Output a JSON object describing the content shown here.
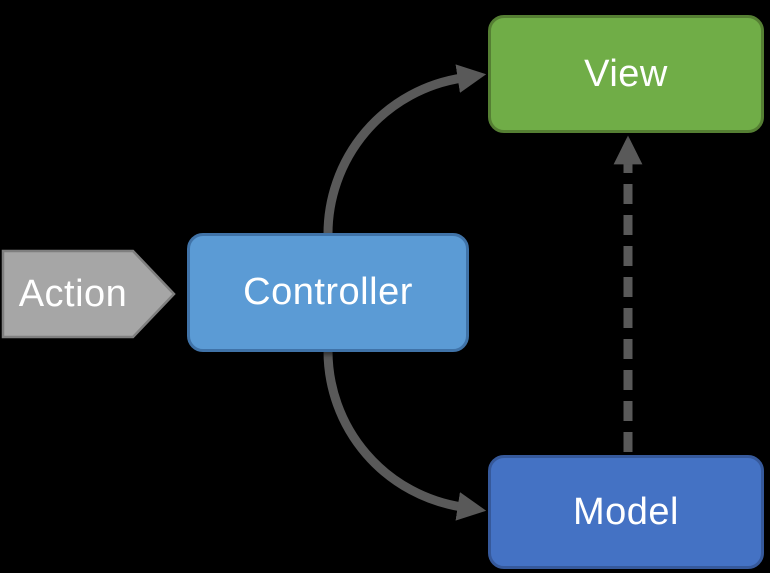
{
  "background_color": "#000000",
  "text_color": "#FFFFFF",
  "nodes": {
    "action": {
      "label": "Action",
      "shape": "right-pointing-chevron",
      "fill": "#A6A6A6",
      "border_color": "#7F7F7F"
    },
    "controller": {
      "label": "Controller",
      "shape": "rounded-rectangle",
      "fill": "#5B9BD5",
      "border_color": "#4073A8"
    },
    "view": {
      "label": "View",
      "shape": "rounded-rectangle",
      "fill": "#70AD47",
      "border_color": "#557F33"
    },
    "model": {
      "label": "Model",
      "shape": "rounded-rectangle",
      "fill": "#4472C4",
      "border_color": "#36599B"
    }
  },
  "edges": [
    {
      "from": "Controller",
      "to": "View",
      "style": "solid-curved",
      "color": "#595959"
    },
    {
      "from": "Controller",
      "to": "Model",
      "style": "solid-curved",
      "color": "#595959"
    },
    {
      "from": "Model",
      "to": "View",
      "style": "dashed-straight",
      "color": "#595959"
    }
  ]
}
